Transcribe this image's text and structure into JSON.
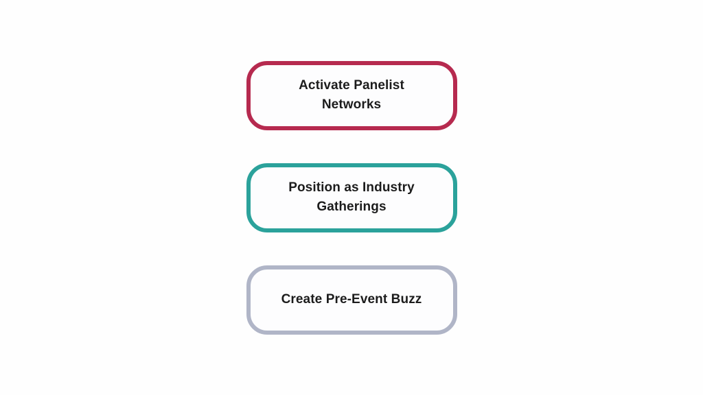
{
  "diagram": {
    "background_color": "#fefefe",
    "text_color": "#1c1c1c",
    "nodes": [
      {
        "label": "Activate Panelist Networks",
        "border_color": "#b62a4f"
      },
      {
        "label": "Position as Industry Gatherings",
        "border_color": "#2ba29b"
      },
      {
        "label": "Create Pre-Event Buzz",
        "border_color": "#b0b5c7"
      }
    ]
  }
}
